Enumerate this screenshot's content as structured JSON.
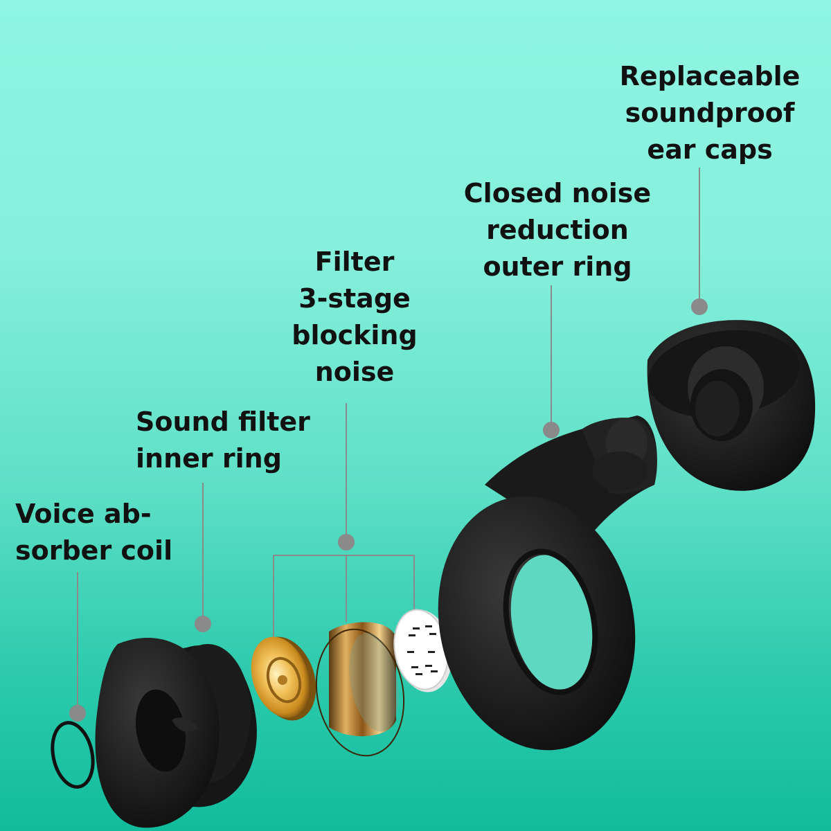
{
  "labels": {
    "voice_absorber": [
      "Voice ab-",
      "sorber coil"
    ],
    "sound_filter_inner": [
      "Sound filter",
      "inner ring"
    ],
    "filter_stage": [
      "Filter",
      "3-stage",
      "blocking",
      "noise"
    ],
    "closed_outer_ring": [
      "Closed noise",
      "reduction",
      "outer ring"
    ],
    "ear_caps": [
      "Replaceable",
      "soundproof",
      "ear caps"
    ]
  },
  "colors": {
    "background_top": "#8ff5e2",
    "background_bottom": "#10bc9c",
    "part_black": "#1b1b1b",
    "leader_line": "#8a8a8a",
    "gold": "#d9a233",
    "copper": "#b5762a",
    "white_filter": "#ffffff"
  }
}
